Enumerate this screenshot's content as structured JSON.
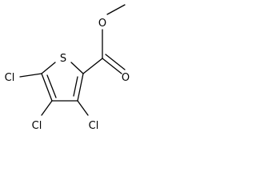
{
  "molecule": {
    "atoms": {
      "sulfur": "S",
      "carbonyl_oxygen": "O",
      "ester_oxygen": "O",
      "chlorine_5": "Cl",
      "chlorine_4": "Cl",
      "chlorine_3": "Cl"
    }
  },
  "colors": {
    "bond": "#000000",
    "text": "#000000",
    "background": "#ffffff"
  }
}
